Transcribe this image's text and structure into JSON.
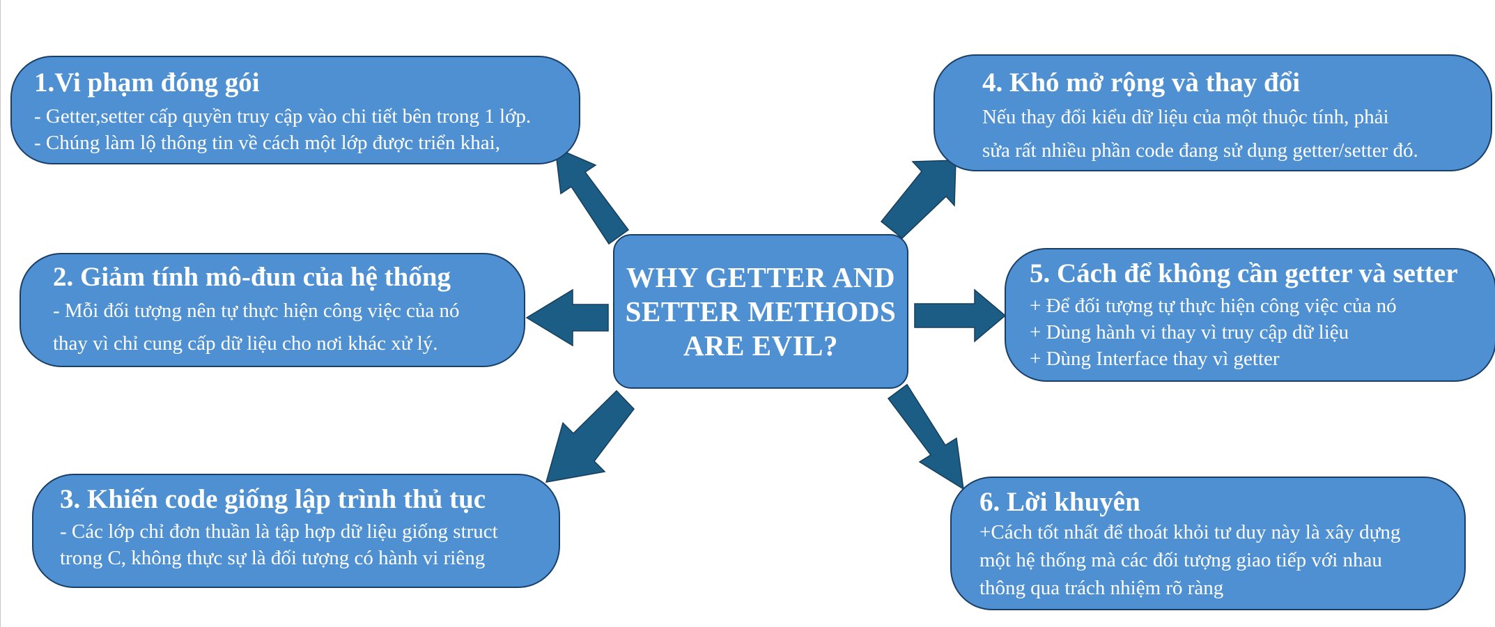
{
  "center": {
    "lines": [
      "WHY GETTER AND",
      "SETTER METHODS",
      "ARE EVIL?"
    ]
  },
  "nodes": [
    {
      "title": "1.Vi phạm đóng gói",
      "lines": [
        "- Getter,setter cấp quyền truy cập vào chi tiết bên trong 1 lớp.",
        "- Chúng làm lộ thông tin về cách một lớp được triển khai,"
      ]
    },
    {
      "title": "2. Giảm tính mô-đun của hệ thống",
      "lines": [
        "- Mỗi đối tượng nên tự thực hiện công việc của nó",
        "thay vì chỉ cung cấp dữ liệu cho nơi khác xử lý."
      ]
    },
    {
      "title": "3. Khiến code giống lập trình thủ tục",
      "lines": [
        "- Các lớp chỉ đơn thuần là tập hợp dữ liệu giống struct",
        "trong C, không thực sự là đối tượng có hành vi riêng"
      ]
    },
    {
      "title": "4. Khó mở rộng và thay đổi",
      "lines": [
        "Nếu  thay đổi kiểu dữ liệu của một thuộc tính,  phải",
        "sửa rất nhiều phần code đang sử dụng getter/setter đó."
      ]
    },
    {
      "title": "5. Cách để  không cần getter và setter",
      "lines": [
        "+ Để đối tượng tự thực hiện công việc của nó",
        "+ Dùng hành vi thay vì truy cập dữ liệu",
        "+ Dùng Interface thay vì getter"
      ]
    },
    {
      "title": "6. Lời khuyên",
      "lines": [
        "+Cách tốt nhất để thoát khỏi tư duy này là xây dựng",
        "một hệ thống mà các đối tượng giao tiếp với nhau",
        "thông qua trách nhiệm rõ ràng"
      ]
    }
  ],
  "colors": {
    "node_fill": "#4f90d3",
    "node_border": "#1a3f66",
    "arrow_fill": "#1b5d84",
    "text": "#ffffff"
  }
}
